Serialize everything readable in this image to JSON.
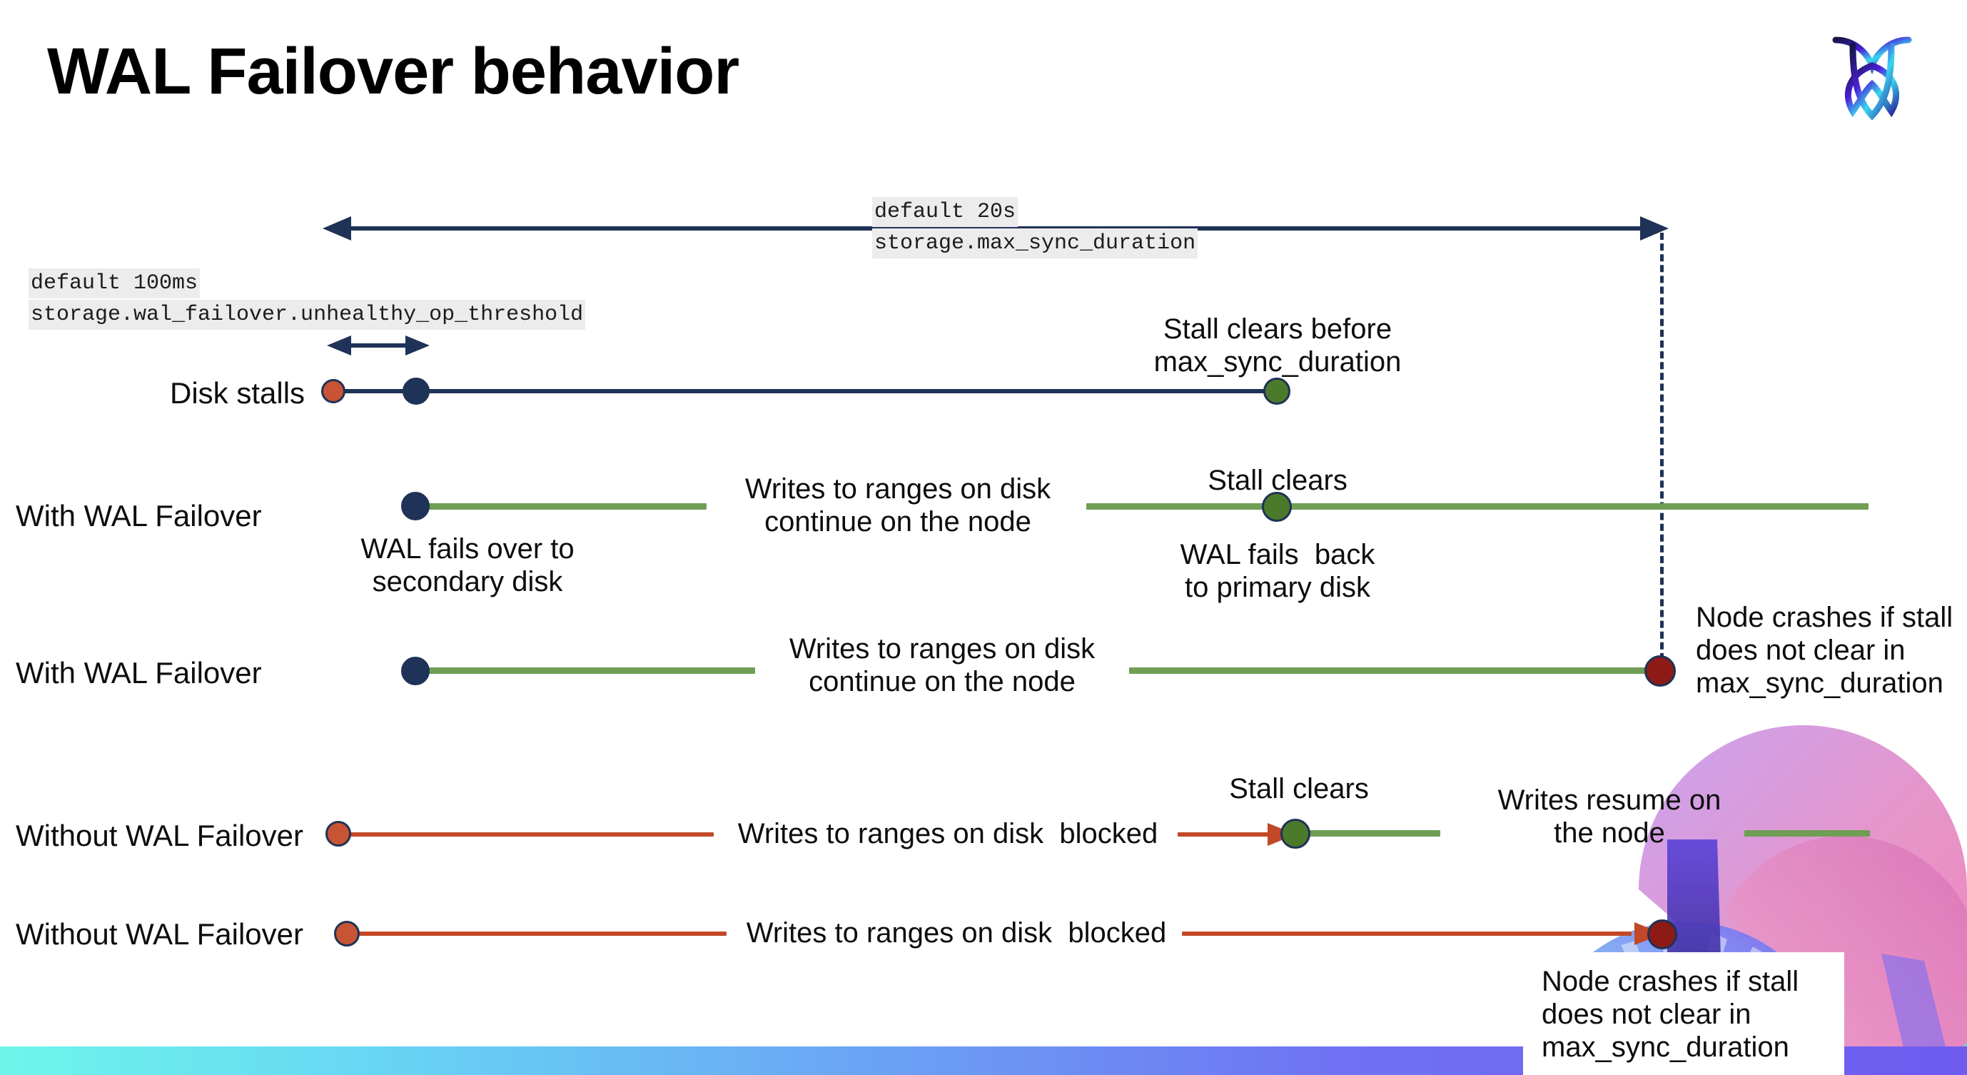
{
  "slide": {
    "title": "WAL Failover behavior",
    "logo_name": "cockroachdb-logo"
  },
  "colors": {
    "navy": "#1f3257",
    "green_line": "#6f9e54",
    "green_dot": "#4b7a2b",
    "red_line": "#c24828",
    "orange_dot": "#c75434",
    "dark_red_dot": "#8d1a14",
    "code_bg": "#ececec",
    "bar_gradient_start": "#6ff5ea",
    "bar_gradient_end": "#6e5bf0"
  },
  "annotations": {
    "max_sync": {
      "default": "default 20s",
      "setting": "storage.max_sync_duration"
    },
    "unhealthy_op": {
      "default": "default 100ms",
      "setting": "storage.wal_failover.unhealthy_op_threshold"
    }
  },
  "rows": [
    {
      "label": "Disk stalls",
      "notes": [
        "Stall clears before",
        "max_sync_duration"
      ]
    },
    {
      "label": "With WAL Failover",
      "below_left": [
        "WAL fails over to",
        "secondary disk"
      ],
      "mid": [
        "Writes to ranges on disk",
        "continue on the node"
      ],
      "above_right": "Stall clears",
      "below_right": [
        "WAL fails  back",
        "to primary disk"
      ]
    },
    {
      "label": "With WAL Failover",
      "mid": [
        "Writes to ranges on disk",
        "continue on the node"
      ],
      "right_note": [
        "Node crashes if stall",
        "does not clear in",
        "max_sync_duration"
      ]
    },
    {
      "label": "Without WAL Failover",
      "mid": "Writes to ranges on disk  blocked",
      "above_right": "Stall clears",
      "far_right": [
        "Writes resume on",
        "the node"
      ]
    },
    {
      "label": "Without WAL Failover",
      "mid": "Writes to ranges on disk  blocked",
      "callout": [
        "Node crashes if stall",
        "does not clear in",
        "max_sync_duration"
      ]
    }
  ]
}
